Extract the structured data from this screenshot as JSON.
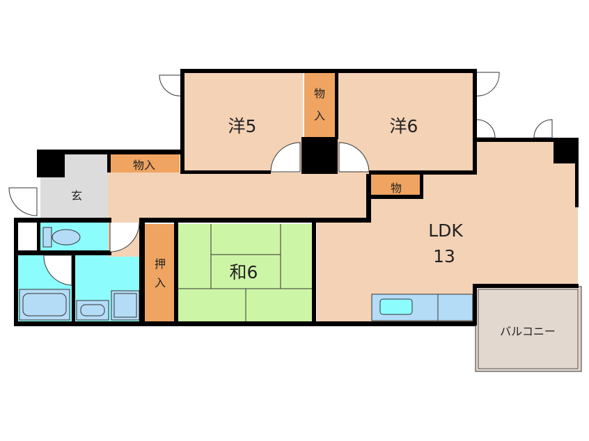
{
  "rooms": {
    "western_5": "洋5",
    "western_6": "洋6",
    "closet_top": [
      "物",
      "入"
    ],
    "closet_hall": "物入",
    "closet_small": "物",
    "entrance": "玄",
    "ldk_line1": "LDK",
    "ldk_line2": "13",
    "oshiire": [
      "押",
      "入"
    ],
    "japanese_6": "和6",
    "balcony": "バルコニー"
  },
  "colors": {
    "room": "#f3d2b6",
    "closet": "#efa461",
    "entrance": "#dcdcdc",
    "water": "#8cfcfc",
    "fixture": "#b5dcf7",
    "tatami": "#cdf5a6",
    "balcony": "#e2d8cf",
    "wall": "#000000"
  }
}
